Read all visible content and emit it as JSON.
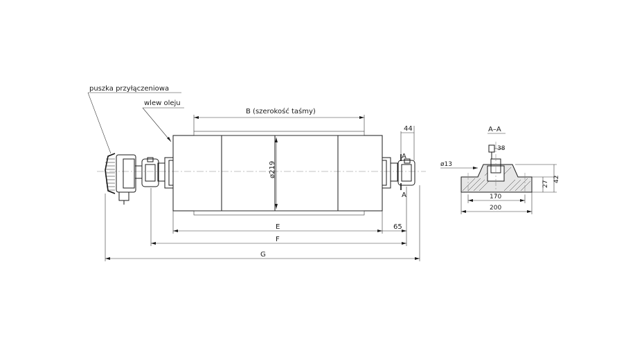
{
  "labels": {
    "clamping_sleeve": "puszka przyłączeniowa",
    "oil_inlet": "wlew oleju",
    "belt_width": "B (szerokość taśmy)",
    "diameter": "ø219",
    "dim_44": "44",
    "dim_65": "65",
    "dim_E": "E",
    "dim_F": "F",
    "dim_G": "G",
    "section_mark_top": "A",
    "section_mark_bottom": "A",
    "section_title": "A–A",
    "dim_38": "38",
    "dim_d13": "ø13",
    "dim_170": "170",
    "dim_200": "200",
    "dim_27": "27",
    "dim_42": "42"
  }
}
